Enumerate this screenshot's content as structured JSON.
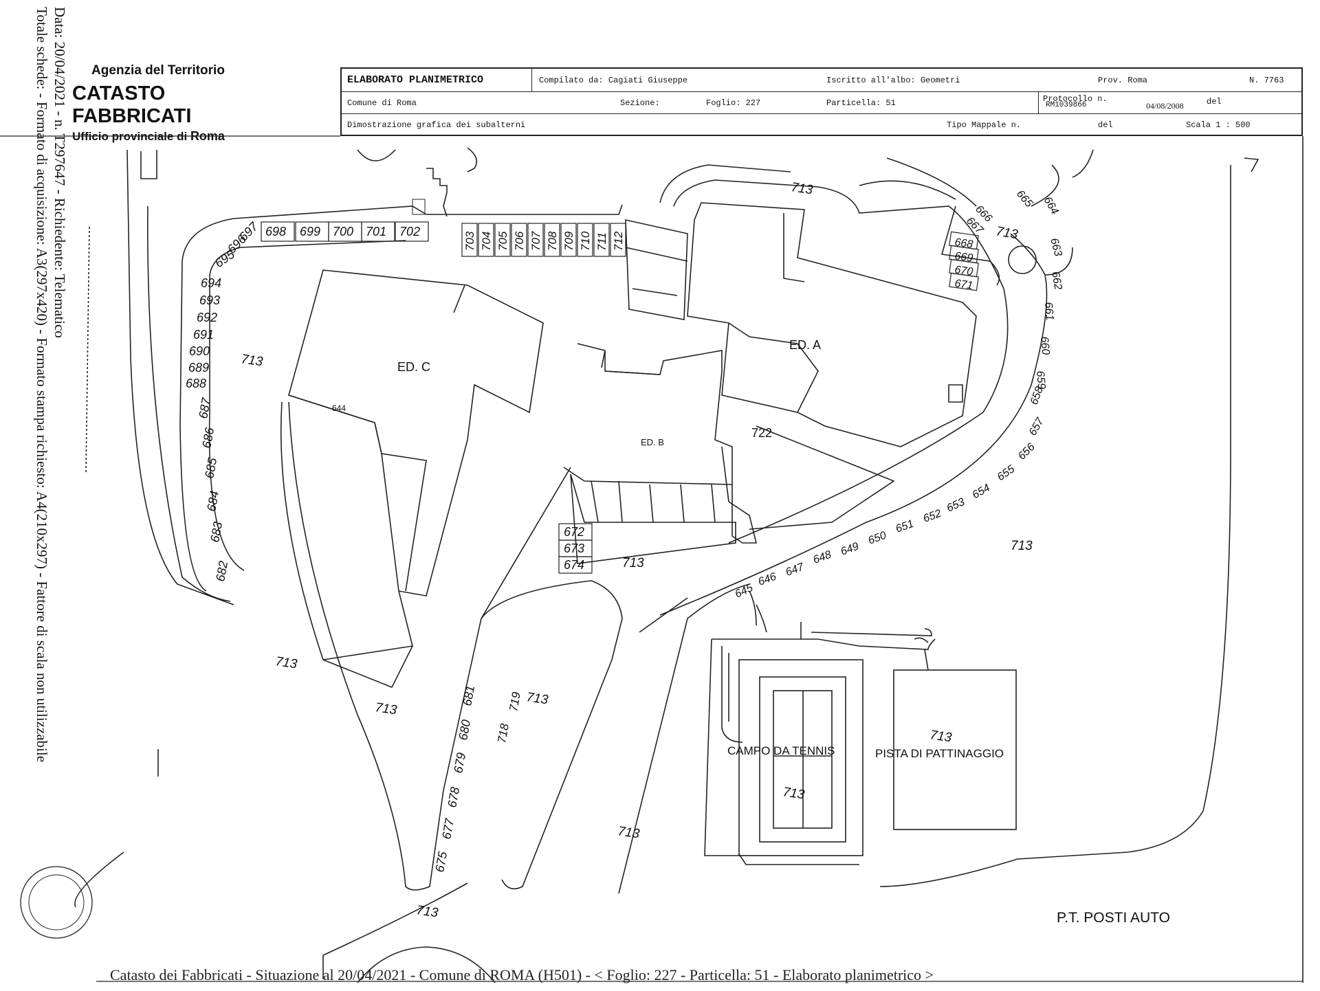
{
  "side_note": {
    "line1": "Data: 20/04/2021 - n. T297647 - Richiedente: Telematico",
    "line2": "Totale schede: - Formato di acquisizione: A3(297x420)  - Formato stampa richiesto: A4(210x297)  - Fattore di scala non utilizzabile"
  },
  "agency": {
    "name": "Agenzia del Territorio",
    "title": "CATASTO FABBRICATI",
    "office": "Ufficio provinciale di",
    "city": "Roma"
  },
  "header": {
    "doc_title": "ELABORATO PLANIMETRICO",
    "compiled_by": "Compilato da: Cagiati Giuseppe",
    "registered": "Iscritto all'albo: Geometri",
    "prov": "Prov. Roma",
    "number": "N.  7763",
    "comune": "Comune di Roma",
    "sezione": "Sezione:",
    "foglio": "Foglio: 227",
    "particella": "Particella: 51",
    "protocollo": "Protocollo n.",
    "protocollo_code": "RM1039866",
    "protocollo_date": "04/08/2008",
    "del1": "del",
    "dimostrazione": "Dimostrazione grafica dei subalterni",
    "tipo_mappale": "Tipo Mappale n.",
    "del2": "del",
    "scala": "Scala 1 : 500"
  },
  "plan": {
    "buildings": [
      "ED. A",
      "ED. B",
      "ED. C"
    ],
    "area_label": "713",
    "ed_b_sub": "722",
    "small_644": "644",
    "tennis": "CAMPO DA TENNIS",
    "skating": "PISTA DI PATTINAGGIO",
    "parking": "P.T. POSTI AUTO",
    "row_top": [
      "698",
      "699",
      "700",
      "701",
      "702"
    ],
    "row_top_vertical": [
      "703",
      "704",
      "705",
      "706",
      "707",
      "708",
      "709",
      "710",
      "711",
      "712"
    ],
    "row_left": [
      "697",
      "696",
      "695",
      "694",
      "693",
      "692",
      "691",
      "690",
      "689",
      "688",
      "687",
      "686",
      "685",
      "684",
      "683",
      "682"
    ],
    "row_center": [
      "672",
      "673",
      "674"
    ],
    "row_lower": [
      "681",
      "680",
      "679",
      "678",
      "677",
      "675"
    ],
    "row_718_719": [
      "718",
      "719"
    ],
    "row_right_upper": [
      "666",
      "667",
      "665",
      "664",
      "663",
      "662",
      "661",
      "660",
      "659",
      "658",
      "657",
      "656",
      "655",
      "654",
      "653",
      "652",
      "651",
      "650",
      "649",
      "648",
      "647",
      "646",
      "645"
    ],
    "row_box": [
      "668",
      "669",
      "670",
      "671"
    ]
  },
  "footer": "Catasto dei Fabbricati - Situazione al 20/04/2021 - Comune di ROMA (H501) - <  Foglio: 227 - Particella: 51 - Elaborato planimetrico >"
}
